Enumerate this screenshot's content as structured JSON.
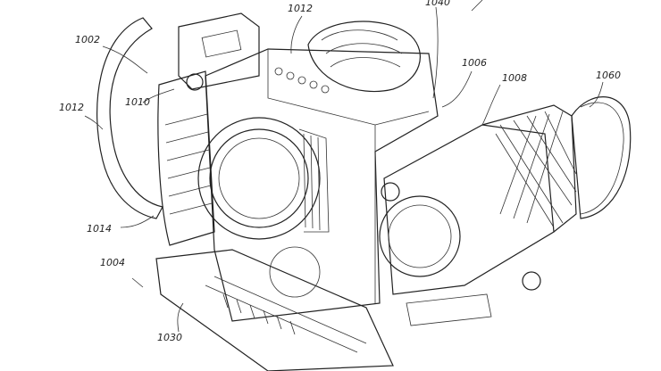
{
  "figure": {
    "labels": {
      "l1002": "1002",
      "l1012_left": "1012",
      "l1010": "1010",
      "l1014": "1014",
      "l1004": "1004",
      "l1030": "1030",
      "l1012_top": "1012",
      "l1040": "1040",
      "l1006": "1006",
      "l1008": "1008",
      "l1060": "1060"
    }
  }
}
